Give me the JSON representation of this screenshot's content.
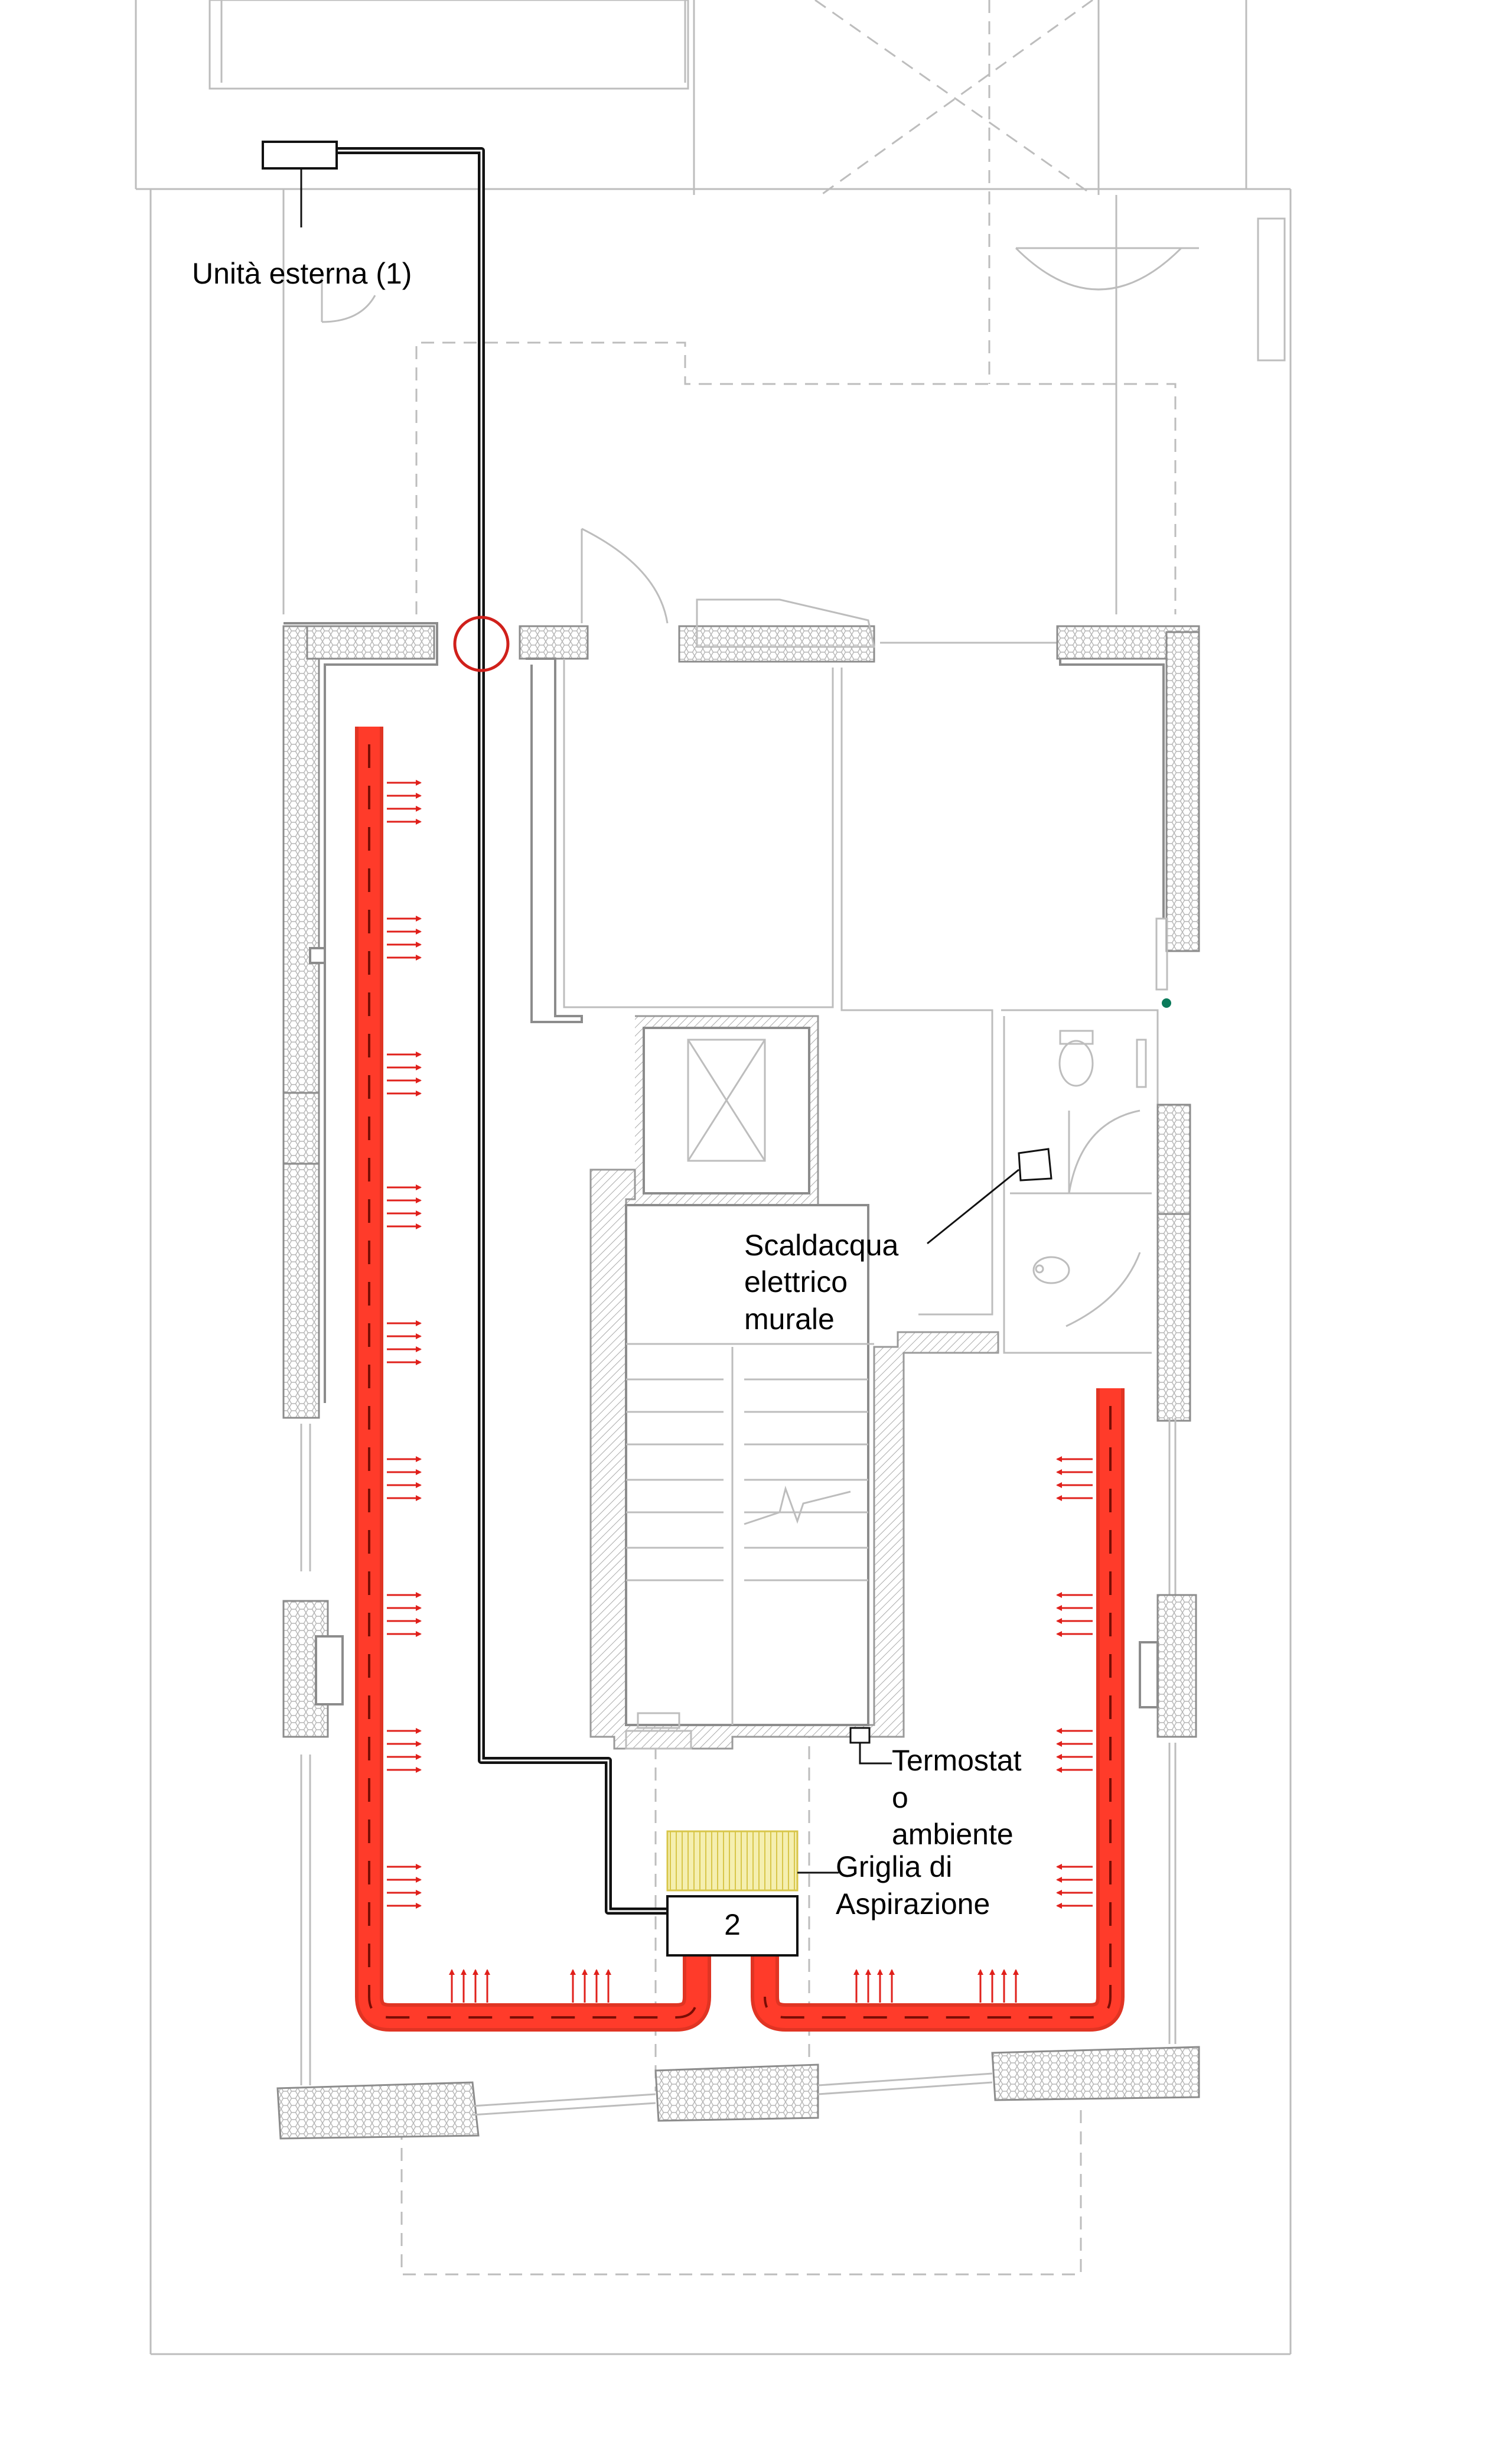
{
  "labels": {
    "outdoor_unit": "Unità esterna (1)",
    "water_heater_line1": "Scaldacqua",
    "water_heater_line2": "elettrico",
    "water_heater_line3": "murale",
    "thermostat_line1": "Termostat",
    "thermostat_line2": "o",
    "thermostat_line3": "ambiente",
    "grille_line1": "Griglia di",
    "grille_line2": "Aspirazione",
    "indoor_unit_number": "2"
  },
  "colors": {
    "duct": "#ff3b2a",
    "duct_border": "#e03423",
    "arrow": "#e0201b",
    "pipe": "#111111",
    "walls": "#8c8c8c",
    "grille": "#f5efb0",
    "crossing_marker": "#d0201b",
    "valve": "#0a7a5a"
  },
  "icons": [
    "arrow-right-icon",
    "arrow-left-icon",
    "arrow-up-icon",
    "stair-break-icon",
    "toilet-icon",
    "water-heater-icon",
    "thermostat-icon"
  ]
}
